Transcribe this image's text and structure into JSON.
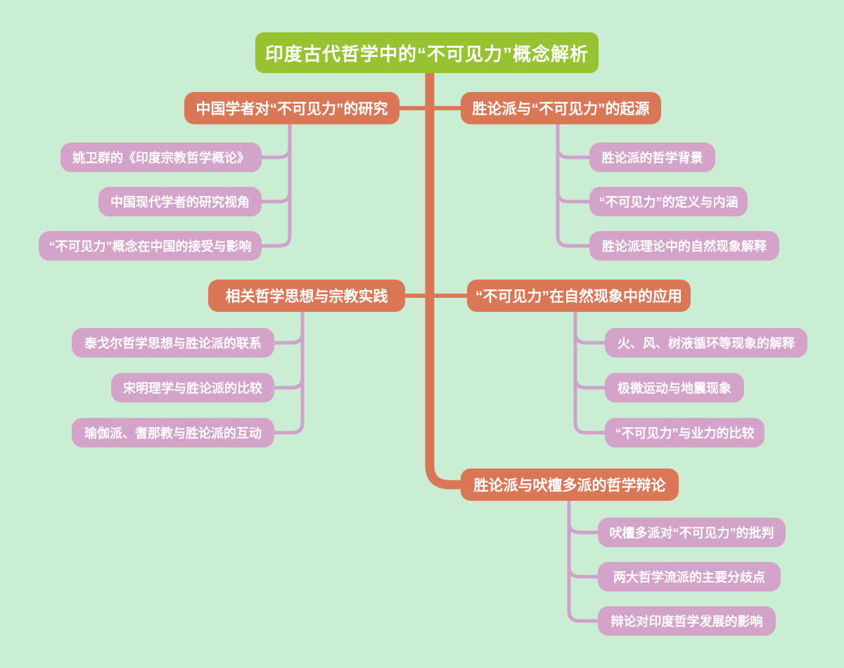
{
  "diagram_type": "mindmap",
  "colors": {
    "bg": "#cbedd4",
    "root_fill": "#97c232",
    "branch_fill": "#d97757",
    "child_fill": "#d4a3ca",
    "child_line": "#cfa2cb",
    "node_text": "#ffffff"
  },
  "root": {
    "label": "印度古代哲学中的“不可见力”概念解析"
  },
  "branches": [
    {
      "label": "中国学者对“不可见力”的研究",
      "side": "left",
      "children": [
        "姚卫群的《印度宗教哲学概论》",
        "中国现代学者的研究视角",
        "“不可见力”概念在中国的接受与影响"
      ]
    },
    {
      "label": "胜论派与“不可见力”的起源",
      "side": "right",
      "children": [
        "胜论派的哲学背景",
        "“不可见力”的定义与内涵",
        "胜论派理论中的自然现象解释"
      ]
    },
    {
      "label": "相关哲学思想与宗教实践",
      "side": "left",
      "children": [
        "泰戈尔哲学思想与胜论派的联系",
        "宋明理学与胜论派的比较",
        "瑜伽派、耆那教与胜论派的互动"
      ]
    },
    {
      "label": "“不可见力”在自然现象中的应用",
      "side": "right",
      "children": [
        "火、风、树液循环等现象的解释",
        "极微运动与地震现象",
        "“不可见力”与业力的比较"
      ]
    },
    {
      "label": "胜论派与吠檀多派的哲学辩论",
      "side": "right",
      "children": [
        "吠檀多派对“不可见力”的批判",
        "两大哲学流派的主要分歧点",
        "辩论对印度哲学发展的影响"
      ]
    }
  ]
}
